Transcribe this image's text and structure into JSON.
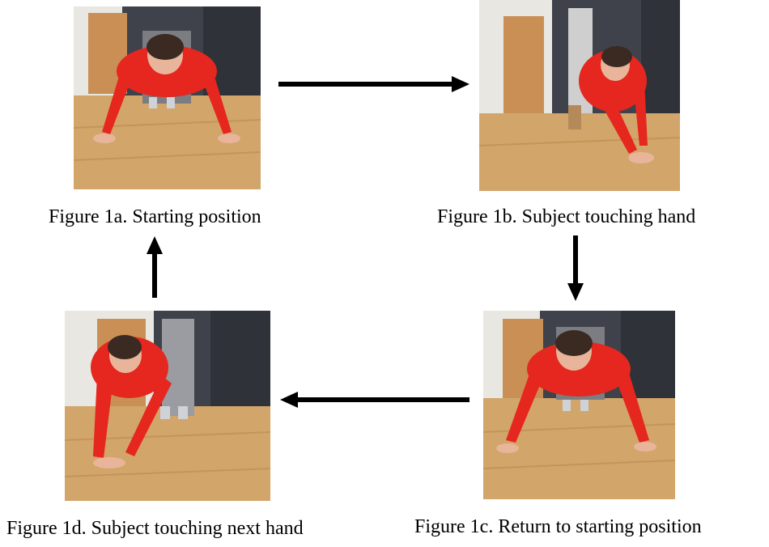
{
  "figures": [
    {
      "id": "1a",
      "caption": "Figure 1a. Starting position",
      "pose": "hands-down"
    },
    {
      "id": "1b",
      "caption": "Figure 1b. Subject touching hand",
      "pose": "touch-left"
    },
    {
      "id": "1c",
      "caption": "Figure 1c. Return to starting position",
      "pose": "hands-down"
    },
    {
      "id": "1d",
      "caption": "Figure 1d. Subject touching next hand",
      "pose": "touch-right"
    }
  ],
  "flow": [
    "1a",
    "1b",
    "1c",
    "1d",
    "1a"
  ],
  "colors": {
    "floor": "#d2a56a",
    "wall": "#4a4d55",
    "shirt": "#e5271f",
    "hair": "#3a2a22",
    "skin": "#e8b59a",
    "arrow": "#000000"
  }
}
